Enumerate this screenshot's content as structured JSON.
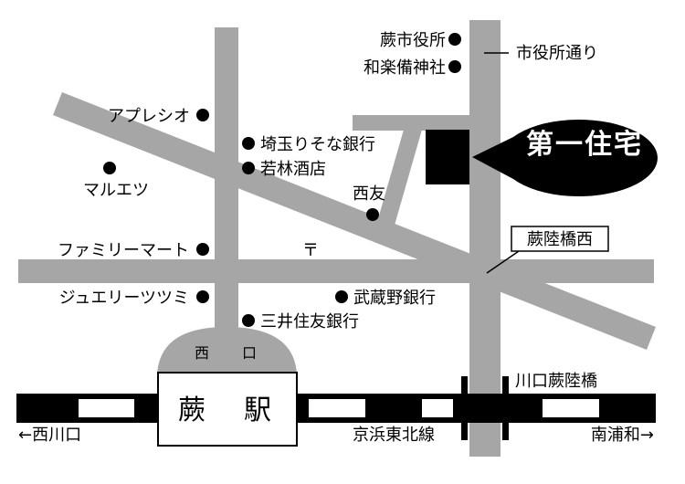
{
  "colors": {
    "road": "#a6a6a6",
    "ink": "#000000",
    "paper": "#ffffff"
  },
  "map": {
    "destination": "第一住宅",
    "station": {
      "name": "蕨　駅",
      "exit": "西　口"
    },
    "railway": {
      "line": "京浜東北線",
      "west_direction": "←西川口",
      "east_direction": "南浦和→",
      "bridge": "川口蕨陸橋"
    },
    "streets": {
      "city_hall_street": "市役所通り"
    },
    "intersection": "蕨陸橋西",
    "post_office_symbol": "〒",
    "landmarks": {
      "warabi_city_hall": "蕨市役所",
      "wagaku_shrine": "和楽備神社",
      "apresio": "アプレシオ",
      "saitama_resona": "埼玉りそな銀行",
      "wakabayashi_liquor": "若林酒店",
      "marueitsu": "マルエツ",
      "seiyu": "西友",
      "familymart": "ファミリーマート",
      "jewelry_tsutsumi": "ジュエリーツツミ",
      "musashino_bank": "武蔵野銀行",
      "sumitomo_mitsui": "三井住友銀行"
    }
  }
}
